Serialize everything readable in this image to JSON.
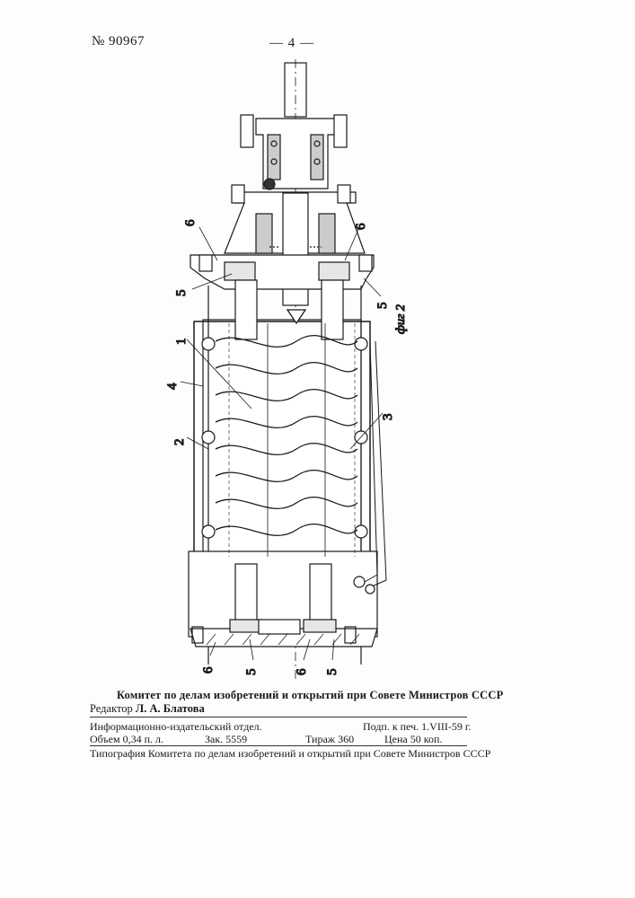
{
  "header": {
    "patent_number": "№ 90967",
    "page_number": "— 4 —"
  },
  "figure": {
    "caption": "фиг 2",
    "labels": {
      "l6_top_left": "6",
      "l6_top_right": "6",
      "l5_top_left": "5",
      "l5_top_right": "5",
      "l1": "1",
      "l4": "4",
      "l2": "2",
      "l3": "3",
      "l6_bottom_left": "6",
      "l5_bottom_left": "5",
      "l6_bottom_mid": "6",
      "l5_bottom_right": "5"
    }
  },
  "imprint": {
    "committee": "Комитет по делам изобретений и открытий при Совете Министров СССР",
    "editor_prefix": "Редактор",
    "editor_name": "Л. А. Блатова",
    "publisher": "Информационно-издательский отдел.",
    "signed": "Подп. к печ. 1.VIII-59 г.",
    "volume": "Объем 0,34 п. л.",
    "order": "Зак. 5559",
    "print_run": "Тираж 360",
    "price": "Цена 50 коп.",
    "printing_house": "Типография Комитета по делам изобретений и открытий при Совете Министров СССР"
  }
}
